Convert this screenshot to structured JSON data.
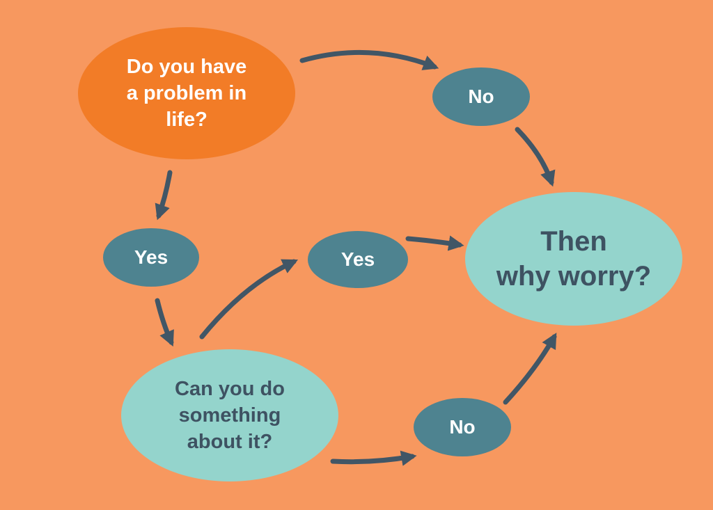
{
  "colors": {
    "background": "#f7985f",
    "question_node": "#f27c27",
    "answer_node": "#4e8390",
    "result_node": "#94d4cc",
    "arrow": "#415666",
    "light_text": "#ffffff",
    "dark_text": "#3e5262"
  },
  "nodes": {
    "question": "Do you have\na problem in\nlife?",
    "no_top": "No",
    "yes_left": "Yes",
    "yes_mid": "Yes",
    "then": "Then\nwhy worry?",
    "can": "Can you do\nsomething\nabout it?",
    "no_bottom": "No"
  }
}
